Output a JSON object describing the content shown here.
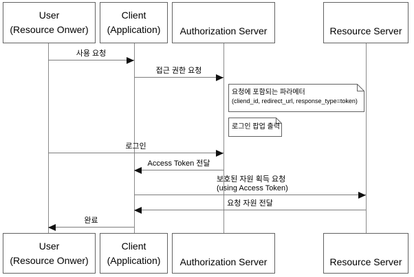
{
  "diagram": {
    "type": "sequence",
    "actors": [
      {
        "id": "user",
        "line1": "User",
        "line2": "(Resource Onwer)"
      },
      {
        "id": "client",
        "line1": "Client",
        "line2": "(Application)"
      },
      {
        "id": "auth",
        "line1": "Authorization Server",
        "line2": ""
      },
      {
        "id": "resource",
        "line1": "Resource Server",
        "line2": ""
      }
    ],
    "messages": [
      {
        "from": "User",
        "to": "Client",
        "label": "사용 요청"
      },
      {
        "from": "Client",
        "to": "Authorization Server",
        "label": "접근 권한 요청"
      },
      {
        "from": "User",
        "to": "Authorization Server",
        "label": "로그인"
      },
      {
        "from": "Authorization Server",
        "to": "Client",
        "label": "Access Token 전달"
      },
      {
        "from": "Client",
        "to": "Resource Server",
        "label": "보호된 자원 획득 요청",
        "label2": "(using Access Token)"
      },
      {
        "from": "Resource Server",
        "to": "Client",
        "label": "요청 자원 전달"
      },
      {
        "from": "Client",
        "to": "User",
        "label": "완료"
      }
    ],
    "notes": [
      {
        "line1": "요청에 포함되는 파라메터",
        "line2": "(cliend_id, redirect_url, response_type=token)"
      },
      {
        "line1": "로그인 팝업 출력"
      }
    ]
  },
  "colors": {
    "background": "#ffffff",
    "box_stroke": "#616161",
    "line_stroke": "#7d7d7d",
    "arrowhead": "#111111",
    "text": "#000000"
  }
}
